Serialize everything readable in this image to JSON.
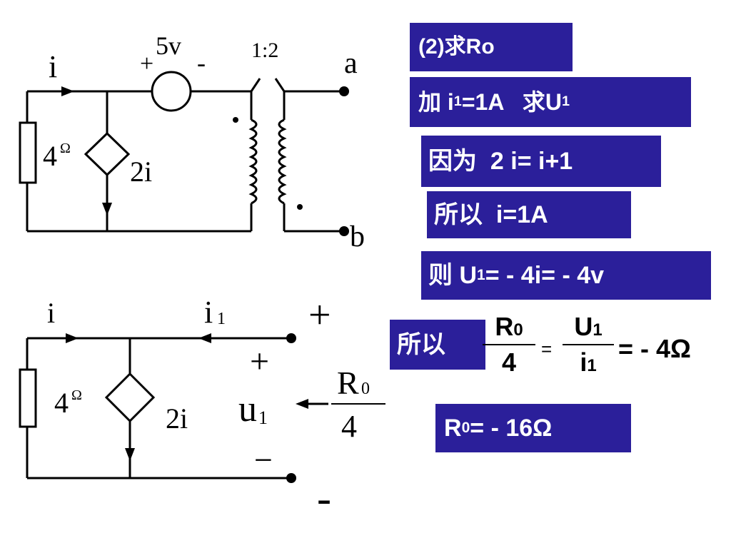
{
  "circuit_top": {
    "current_label": "i",
    "source_label": "5v",
    "source_plus": "+",
    "source_minus": "-",
    "ratio_label": "1:2",
    "terminal_a": "a",
    "terminal_b": "b",
    "resistor_label": "4",
    "ohm": "Ω",
    "dep_source_label": "2i"
  },
  "circuit_bottom": {
    "current_label": "i",
    "current_i1_main": "i",
    "current_i1_sub": "1",
    "resistor_label": "4",
    "ohm": "Ω",
    "dep_source_label": "2i",
    "plus_outer": "+",
    "plus_inner": "+",
    "voltage_main": "u",
    "voltage_sub": "1",
    "minus_inner": "−",
    "minus_outer": "-",
    "frac_num_main": "R",
    "frac_num_sub": "0",
    "frac_den": "4"
  },
  "steps": {
    "s1": "(2)求Ro",
    "s2_a": "加 i",
    "s2_b": "1",
    "s2_c": "=1A   求U",
    "s2_d": "1",
    "s3": "因为  2 i= i+1",
    "s4": "所以  i=1A",
    "s5_a": "则 U",
    "s5_b": "1",
    "s5_c": "= - 4i= - 4v",
    "s6_label": "所以",
    "s6_num1_main": "R",
    "s6_num1_sub": "0",
    "s6_den1": "4",
    "s6_eq": "=",
    "s6_num2_main": "U",
    "s6_num2_sub": "1",
    "s6_den2_main": "i",
    "s6_den2_sub": "1",
    "s6_result": "= - 4Ω",
    "s7_a": "R",
    "s7_b": "0",
    "s7_c": "= - 16Ω"
  },
  "colors": {
    "box_bg": "#2b1f9a",
    "box_text": "#ffffff",
    "circuit": "#000000"
  }
}
